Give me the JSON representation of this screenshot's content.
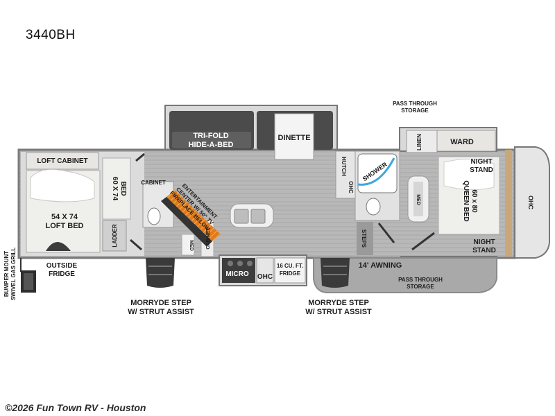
{
  "model": "3440BH",
  "watermark": "©2026 Fun Town RV - Houston",
  "colors": {
    "floor": "#b6b6b6",
    "wall": "#8f8f8f",
    "sofa": "#4a4a4a",
    "bed": "#eeeeea",
    "cabinet": "#e8e6e2",
    "awning": "#a8a8a8",
    "fireplace": "#e07a1f",
    "shower_glass": "#3aa8e0"
  },
  "labels": {
    "pass_through_top": [
      "PASS THROUGH",
      "STORAGE"
    ],
    "tri_fold": [
      "TRI-FOLD",
      "HIDE-A-BED"
    ],
    "dinette": "DINETTE",
    "linen": "LINEN",
    "ward": "WARD",
    "loft_cabinet": "LOFT CABINET",
    "loft_bed_small": [
      "60 X 74",
      "BED"
    ],
    "cabinet_left": "CABINET",
    "hutch": "HUTCH",
    "ohc_hutch": "OHC",
    "shower": "SHOWER",
    "night_stand_top": [
      "NIGHT",
      "STAND"
    ],
    "queen_bed": [
      "60 x 80",
      "QUEEN BED"
    ],
    "ohc_right": "OHC",
    "loft_bed": [
      "54 X 74",
      "LOFT BED"
    ],
    "entertainment": [
      "ENTERTAINMENT",
      "CENTER W/ 50\" TV",
      "FIREPLACE BELOW"
    ],
    "med_right": "MED",
    "ladder": "LADDER",
    "med_left": "MED",
    "cabinet_right": "CABINET",
    "steps": "STEPS",
    "night_stand_bottom": [
      "NIGHT",
      "STAND"
    ],
    "outside_fridge": [
      "OUTSIDE",
      "FRIDGE"
    ],
    "micro": "MICRO",
    "ohc_kitchen": "OHC",
    "fridge": [
      "16 CU. FT.",
      "FRIDGE"
    ],
    "awning": "14' AWNING",
    "pass_through_bottom": [
      "PASS THROUGH",
      "STORAGE"
    ],
    "bumper_grill": [
      "BUMPER MOUNT",
      "SWIVEL GAS GRILL"
    ],
    "morryde_left": [
      "MORRYDE STEP",
      "W/ STRUT ASSIST"
    ],
    "morryde_right": [
      "MORRYDE STEP",
      "W/ STRUT ASSIST"
    ]
  }
}
